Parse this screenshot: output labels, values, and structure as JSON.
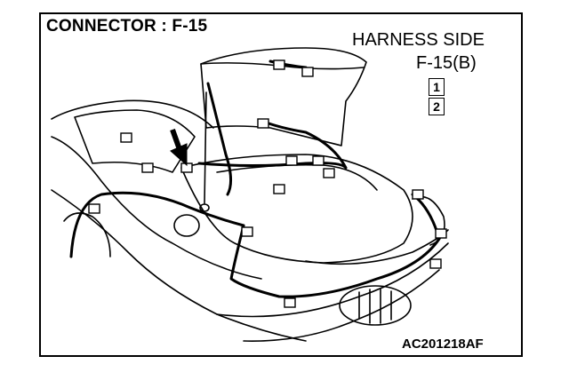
{
  "title": "CONNECTOR : F-15",
  "harness": {
    "line1": "HARNESS SIDE",
    "line2": "F-15(B)",
    "pins": [
      "1",
      "2"
    ]
  },
  "figure_code": "AC201218AF"
}
